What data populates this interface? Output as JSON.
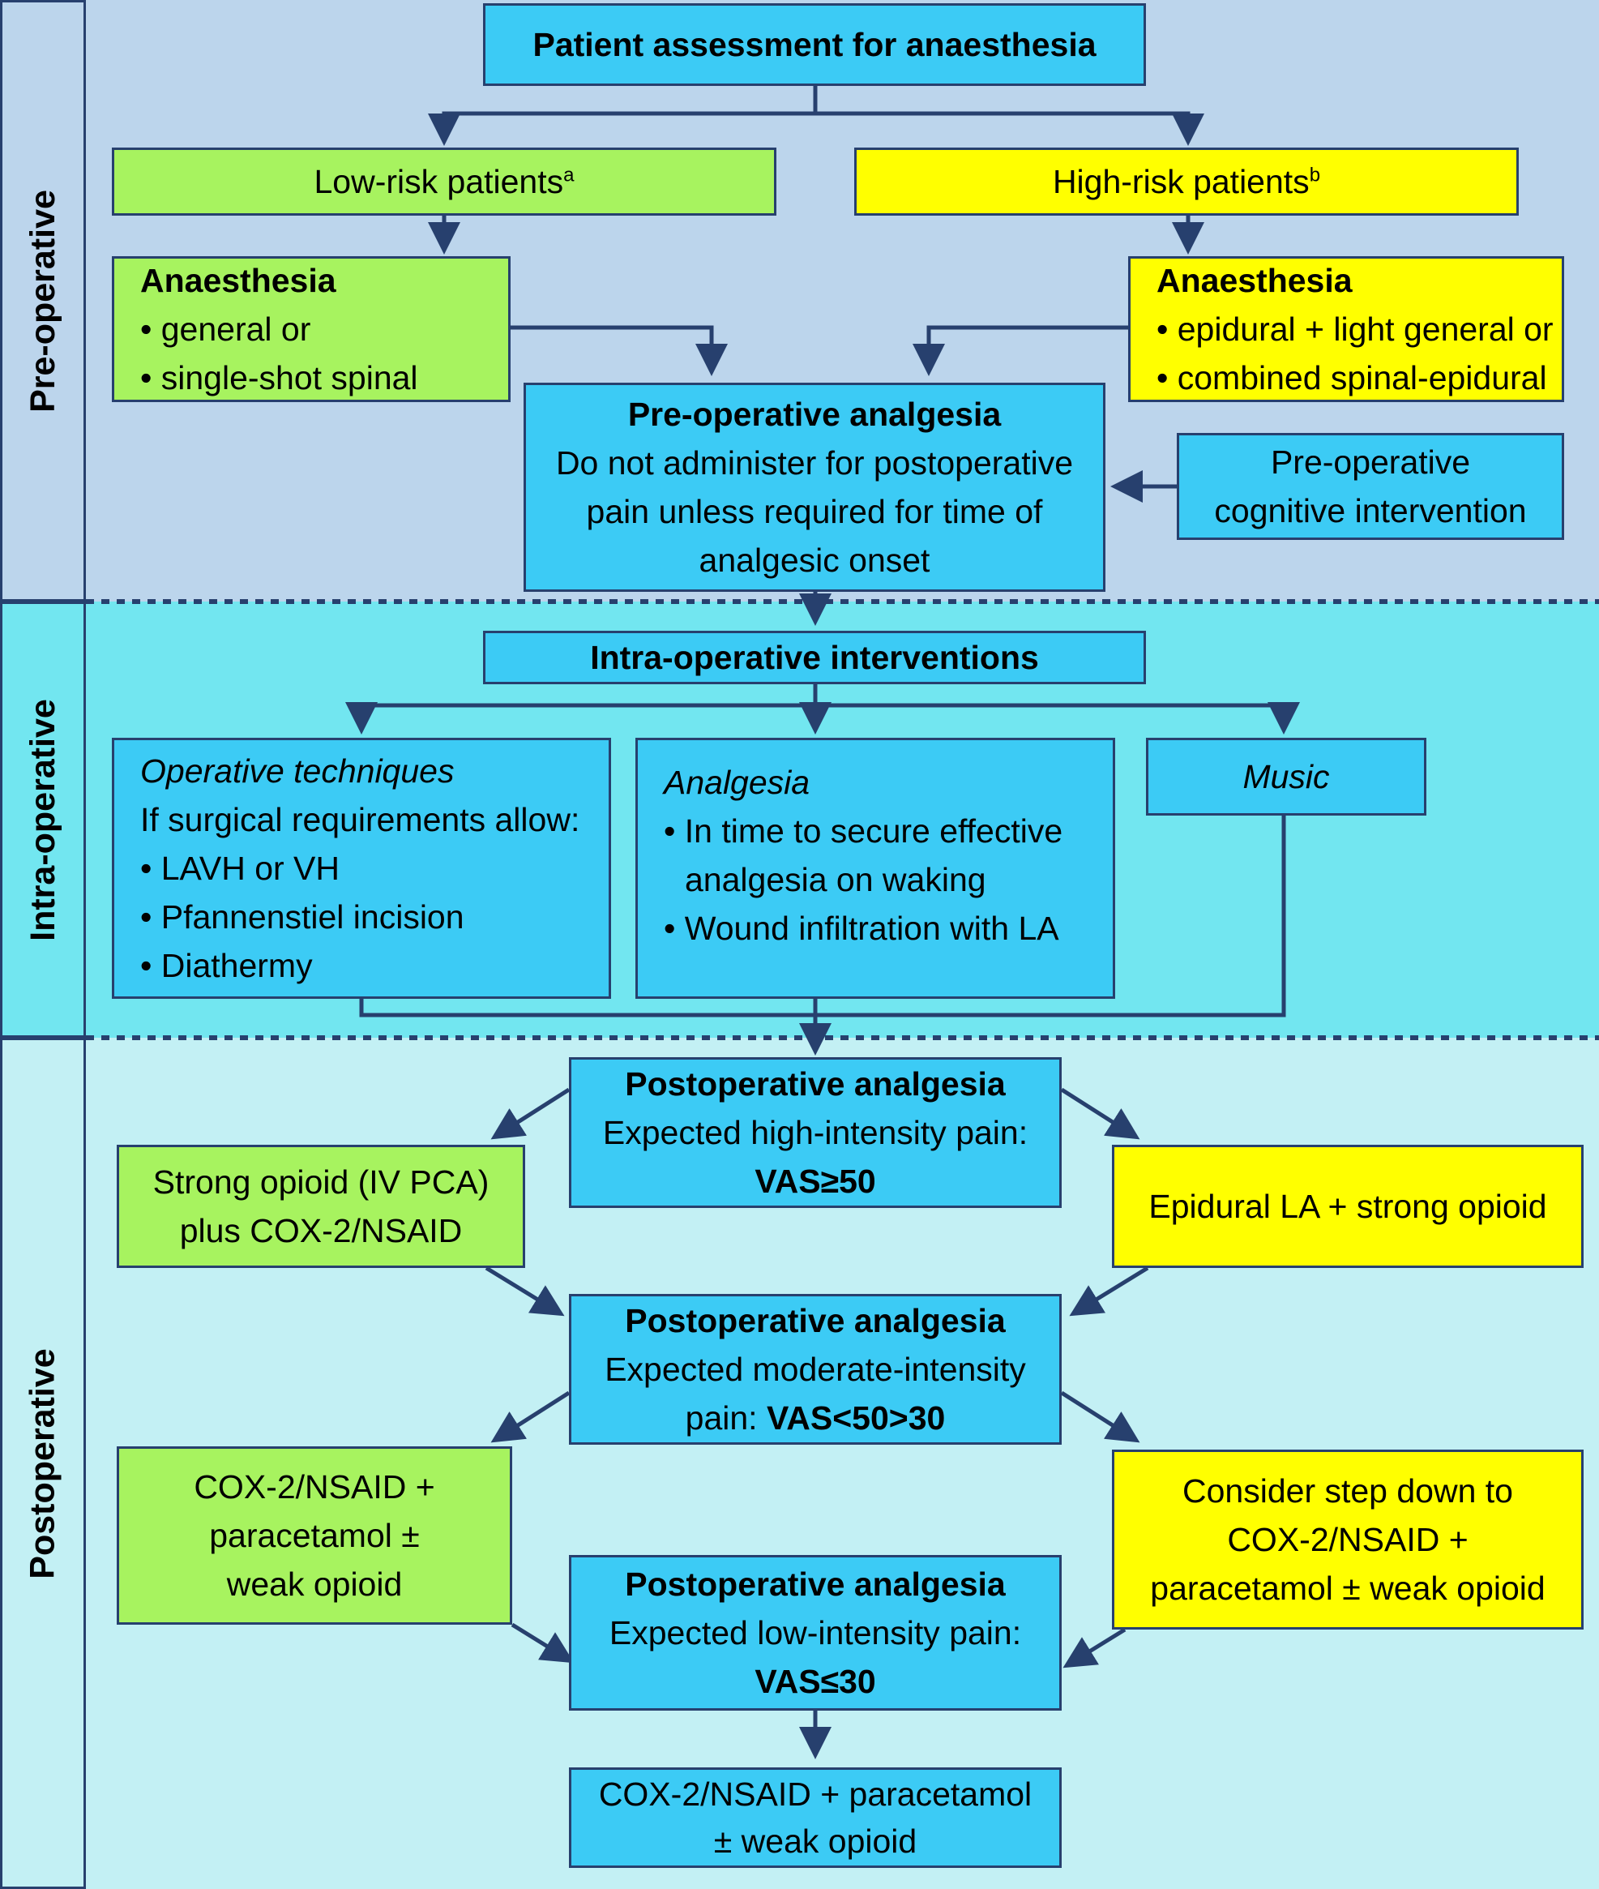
{
  "sections": {
    "pre": "Pre-operative",
    "intra": "Intra-operative",
    "post": "Postoperative"
  },
  "assessment": {
    "title": "Patient assessment for anaesthesia"
  },
  "low_risk": {
    "label": "Low-risk patients",
    "sup": "a"
  },
  "high_risk": {
    "label": "High-risk patients",
    "sup": "b"
  },
  "anaesthesia_low": {
    "title": "Anaesthesia",
    "items": [
      "general or",
      "single-shot spinal"
    ]
  },
  "anaesthesia_high": {
    "title": "Anaesthesia",
    "items": [
      "epidural + light general or",
      "combined spinal-epidural"
    ]
  },
  "preop_analgesia": {
    "title": "Pre-operative analgesia",
    "lines": [
      "Do not administer for postoperative",
      "pain unless required for time of",
      "analgesic onset"
    ]
  },
  "cognitive": {
    "lines": [
      "Pre-operative",
      "cognitive intervention"
    ]
  },
  "intra_interventions": {
    "title": "Intra-operative interventions"
  },
  "operative_techniques": {
    "title": "Operative techniques",
    "intro": "If surgical requirements allow:",
    "items": [
      "LAVH or VH",
      "Pfannenstiel incision",
      "Diathermy"
    ]
  },
  "intra_analgesia": {
    "title": "Analgesia",
    "item1_line1": "In time to secure effective",
    "item1_line2": "analgesia on waking",
    "item2": "Wound infiltration with LA"
  },
  "music": {
    "label": "Music"
  },
  "post_high": {
    "title": "Postoperative analgesia",
    "line": "Expected high-intensity pain:",
    "vas": "VAS≥50"
  },
  "strong_opioid": {
    "lines": [
      "Strong opioid (IV PCA)",
      "plus COX-2/NSAID"
    ]
  },
  "epidural_la": {
    "label": "Epidural LA + strong opioid"
  },
  "post_moderate": {
    "title": "Postoperative analgesia",
    "line": "Expected moderate-intensity",
    "pain_prefix": "pain: ",
    "vas": "VAS<50>30"
  },
  "cox_left": {
    "lines": [
      "COX-2/NSAID +",
      "paracetamol ±",
      "weak opioid"
    ]
  },
  "step_down": {
    "lines": [
      "Consider step down to",
      "COX-2/NSAID +",
      "paracetamol ± weak opioid"
    ]
  },
  "post_low": {
    "title": "Postoperative analgesia",
    "line": "Expected low-intensity pain:",
    "vas": "VAS≤30"
  },
  "final": {
    "lines": [
      "COX-2/NSAID + paracetamol",
      "± weak opioid"
    ]
  },
  "colors": {
    "line": "#27406e",
    "blue_box": "#3ccbf5",
    "green_box": "#a7f35f",
    "yellow_box": "#ffff00",
    "pre_band": "#bcd5ec",
    "intra_band": "#72e6f0",
    "post_band": "#c3f0f4"
  }
}
